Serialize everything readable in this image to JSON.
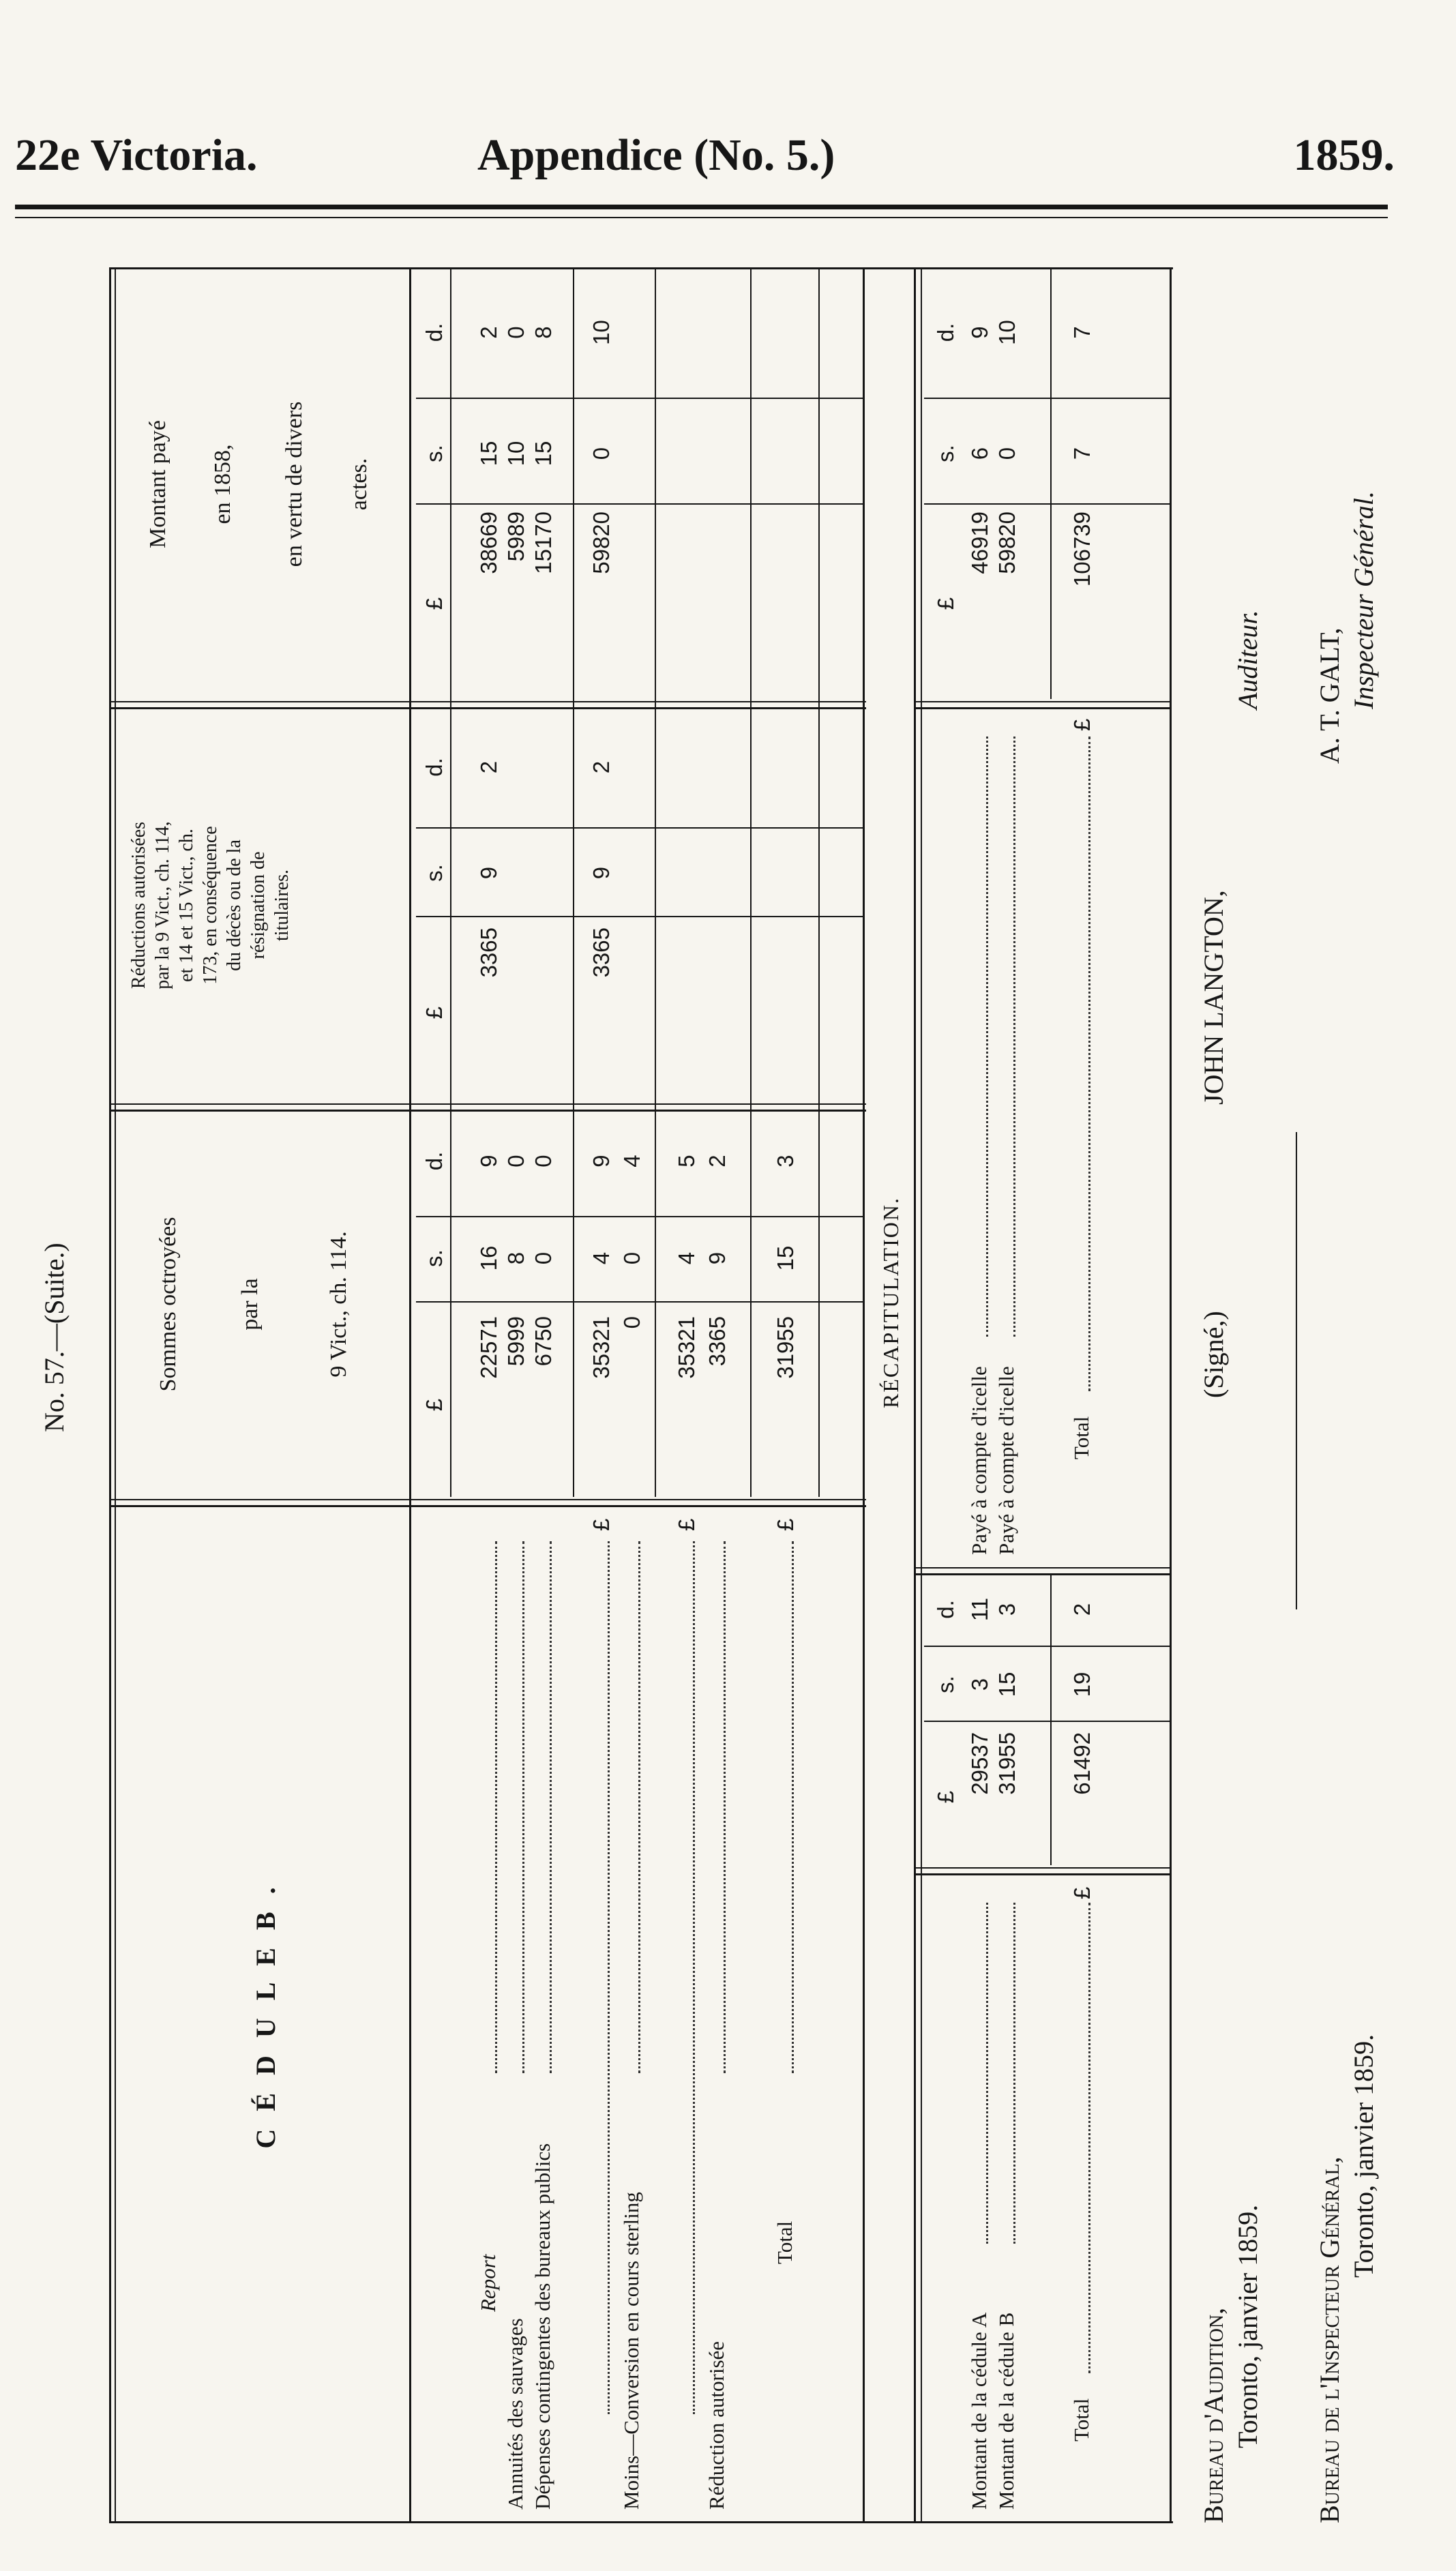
{
  "header": {
    "left": "22e Victoria.",
    "center": "Appendice (No. 5.)",
    "right": "1859."
  },
  "doc_ref": "No. 57.—(Suite.)",
  "schedule": {
    "title": "C É D U L E   B .",
    "col_heads": {
      "sommes": [
        "Sommes octroyées",
        "par la",
        "9 Vict., ch. 114."
      ],
      "reductions": [
        "Réductions autorisées",
        "par la 9 Vict., ch. 114,",
        "et 14 et 15 Vict., ch.",
        "173, en conséquence",
        "du décès ou de la",
        "résignation de",
        "titulaires."
      ],
      "montant": [
        "Montant payé",
        "en 1858,",
        "en vertu de divers",
        "actes."
      ]
    },
    "units": {
      "pound": "£",
      "shilling": "s.",
      "pence": "d."
    },
    "rows": [
      {
        "label": "Report",
        "italic": true,
        "sommes": [
          "22571",
          "16",
          "9"
        ],
        "reductions": [
          "3365",
          "9",
          "2"
        ],
        "montant": [
          "38669",
          "15",
          "2"
        ]
      },
      {
        "label": "Annuités des sauvages",
        "sommes": [
          "5999",
          "8",
          "0"
        ],
        "reductions": [
          "",
          "",
          ""
        ],
        "montant": [
          "5989",
          "10",
          "0"
        ]
      },
      {
        "label": "Dépenses contingentes des bureaux publics",
        "sommes": [
          "6750",
          "0",
          "0"
        ],
        "reductions": [
          "",
          "",
          ""
        ],
        "montant": [
          "15170",
          "15",
          "8"
        ]
      },
      {
        "label": "",
        "total_mark": "£",
        "sommes": [
          "35321",
          "4",
          "9"
        ],
        "reductions": [
          "3365",
          "9",
          "2"
        ],
        "montant": [
          "59820",
          "0",
          "10"
        ]
      },
      {
        "label": "Moins—Conversion en cours sterling",
        "sommes": [
          "0",
          "0",
          "4"
        ],
        "reductions": [
          "",
          "",
          ""
        ],
        "montant": [
          "",
          "",
          ""
        ]
      },
      {
        "label": "",
        "total_mark": "£",
        "sommes": [
          "35321",
          "4",
          "5"
        ],
        "reductions": [
          "",
          "",
          ""
        ],
        "montant": [
          "",
          "",
          ""
        ]
      },
      {
        "label": "Réduction autorisée",
        "sommes": [
          "3365",
          "9",
          "2"
        ],
        "reductions": [
          "",
          "",
          ""
        ],
        "montant": [
          "",
          "",
          ""
        ]
      },
      {
        "label": "Total",
        "total_mark": "£",
        "sommes": [
          "31955",
          "15",
          "3"
        ],
        "reductions": [
          "",
          "",
          ""
        ],
        "montant": [
          "",
          "",
          ""
        ]
      }
    ]
  },
  "recap": {
    "title": "RÉCAPITULATION.",
    "left": [
      {
        "label": "Montant de la cédule A",
        "values": [
          "29537",
          "3",
          "11"
        ]
      },
      {
        "label": "Montant de la cédule B",
        "values": [
          "31955",
          "15",
          "3"
        ]
      },
      {
        "label": "Total",
        "mark": "£",
        "values": [
          "61492",
          "19",
          "2"
        ]
      }
    ],
    "right": [
      {
        "label": "Payé à compte d'icelle",
        "values": [
          "46919",
          "6",
          "9"
        ]
      },
      {
        "label": "Payé à compte d'icelle",
        "values": [
          "59820",
          "0",
          "10"
        ]
      },
      {
        "label": "Total",
        "mark": "£",
        "values": [
          "106739",
          "7",
          "7"
        ]
      }
    ]
  },
  "signatures": {
    "signe": "(Signé,)",
    "name1": "JOHN LANGTON,",
    "title1": "Auditeur.",
    "name2": "A. T. GALT,",
    "title2": "Inspecteur Général.",
    "office1": "Bureau d'Audition,",
    "place1": "Toronto, janvier 1859.",
    "office2": "Bureau de l'Inspecteur Général,",
    "place2": "Toronto, janvier 1859."
  }
}
